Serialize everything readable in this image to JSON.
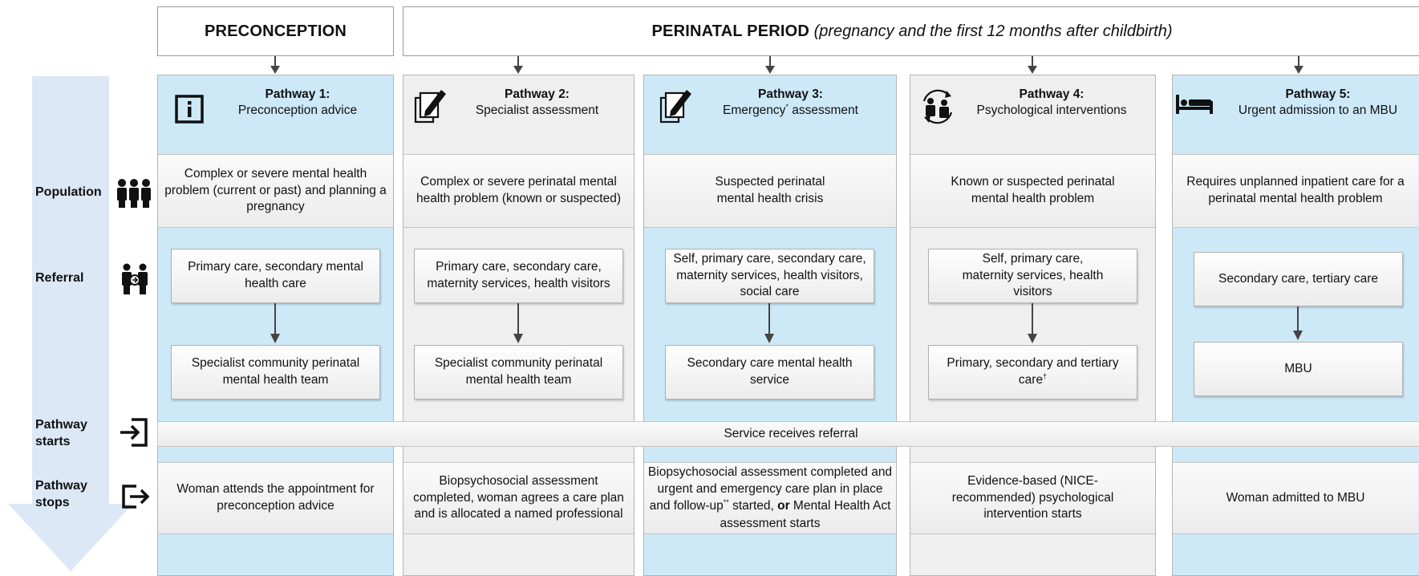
{
  "headers": {
    "preconception": "PRECONCEPTION",
    "perinatal_bold": "PERINATAL PERIOD",
    "perinatal_italic": "(pregnancy and the first 12 months after childbirth)"
  },
  "row_labels": {
    "population": "Population",
    "referral": "Referral",
    "pathway_starts_line1": "Pathway",
    "pathway_starts_line2": "starts",
    "pathway_stops_line1": "Pathway",
    "pathway_stops_line2": "stops"
  },
  "row_icons": {
    "population": "population-group-icon",
    "referral": "referral-people-icon",
    "pathway_starts": "enter-icon",
    "pathway_stops": "exit-icon"
  },
  "pathways": [
    {
      "name": "Pathway 1:",
      "title": "Preconception advice",
      "icon": "information-icon",
      "population": "Complex or severe mental health problem (current or past) and planning a pregnancy",
      "referral_from": "Primary care, secondary mental health care",
      "referral_to": "Specialist community perinatal mental health team",
      "stops": "Woman attends the appointment for preconception advice"
    },
    {
      "name": "Pathway 2:",
      "title": "Specialist assessment",
      "icon": "document-pen-icon",
      "population": "Complex or severe perinatal mental health problem (known or suspected)",
      "referral_from": "Primary care, secondary care, maternity services, health visitors",
      "referral_to": "Specialist community perinatal mental health team",
      "stops": "Biopsychosocial assessment completed, woman agrees a care plan and is allocated a named professional"
    },
    {
      "name": "Pathway 3:",
      "title_main": "Emergency",
      "title_sup": "*",
      "title_rest": " assessment",
      "icon": "document-pen-icon",
      "population": "Suspected perinatal mental health crisis",
      "referral_from": "Self, primary care, secondary care, maternity services, health visitors, social care",
      "referral_to": "Secondary care mental health service",
      "stops_part1": "Biopsychosocial assessment completed and urgent and emergency care plan in place and follow-up",
      "stops_sup": "**",
      "stops_part2": " started, ",
      "stops_bold": "or",
      "stops_part3": " Mental Health Act assessment starts"
    },
    {
      "name": "Pathway 4:",
      "title": "Psychological interventions",
      "icon": "people-cycle-icon",
      "population": "Known or suspected perinatal mental health problem",
      "referral_from": "Self, primary care, maternity services, health visitors",
      "referral_to_main": "Primary, secondary and tertiary care",
      "referral_to_sup": "†",
      "stops": "Evidence-based (NICE-recommended) psychological intervention starts"
    },
    {
      "name": "Pathway 5:",
      "title": "Urgent admission to an MBU",
      "icon": "bed-icon",
      "population": "Requires unplanned inpatient care for a perinatal mental health problem",
      "referral_from": "Secondary care, tertiary care",
      "referral_to": "MBU",
      "stops": "Woman admitted to MBU"
    }
  ],
  "service_band": "Service receives referral",
  "colors": {
    "blue_column": "#cde9f8",
    "grey_column": "#efefef",
    "big_arrow": "#dce8f5",
    "connector": "#444444"
  }
}
